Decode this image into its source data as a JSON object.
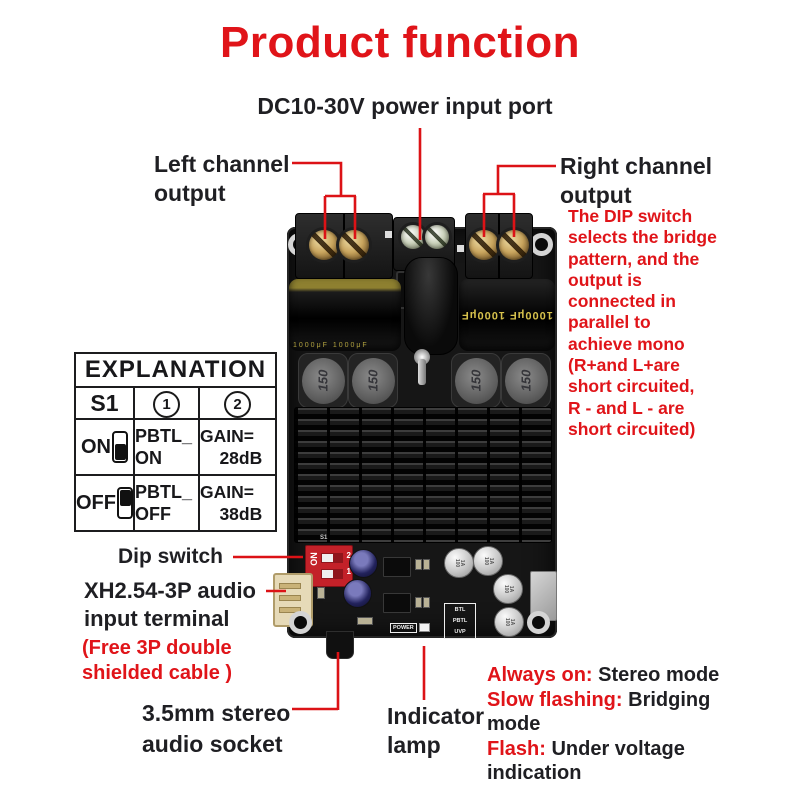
{
  "title": "Product function",
  "colors": {
    "accent_red": "#e01419",
    "ink": "#1f1f23",
    "board_black": "#161616",
    "dip_red": "#c32129"
  },
  "callouts": {
    "power_input": "DC10-30V power input port",
    "left_channel": "Left channel\noutput",
    "right_channel": "Right channel\noutput",
    "dip_note": "The DIP switch\nselects the bridge\npattern, and the\noutput is\nconnected in\nparallel to\nachieve mono\n(R+and L+are\nshort circuited,\nR - and L - are\nshort circuited)",
    "dip_switch": "Dip switch",
    "audio_input": "XH2.54-3P audio\ninput terminal",
    "audio_input_note": "(Free 3P double\nshielded cable )",
    "stereo_socket": "3.5mm stereo\naudio socket",
    "indicator_lamp": "Indicator\nlamp"
  },
  "legend": [
    {
      "key": "Always on:",
      "rest": " Stereo mode"
    },
    {
      "key": "Slow flashing:",
      "rest": " Bridging mode"
    },
    {
      "key": "Flash:",
      "rest": " Under voltage indication"
    }
  ],
  "table": {
    "title": "EXPLANATION",
    "col1": "S1",
    "col2": "1",
    "col3": "2",
    "rows": [
      {
        "state": "ON",
        "mode": "PBTL_\nON",
        "gain": "GAIN=\n    28dB"
      },
      {
        "state": "OFF",
        "mode": "PBTL_\nOFF",
        "gain": "GAIN=\n    38dB"
      }
    ]
  },
  "board": {
    "cap_label": "1000μF 1000μF",
    "inductor_label": "150",
    "dip": {
      "on_label": "ON",
      "pin1": "1",
      "pin2": "2",
      "silk": "S1"
    },
    "silk_power": "POWER",
    "silk_modes": [
      "BTL",
      "PBTL",
      "UVP"
    ],
    "cap_marking": "1A\n100"
  }
}
